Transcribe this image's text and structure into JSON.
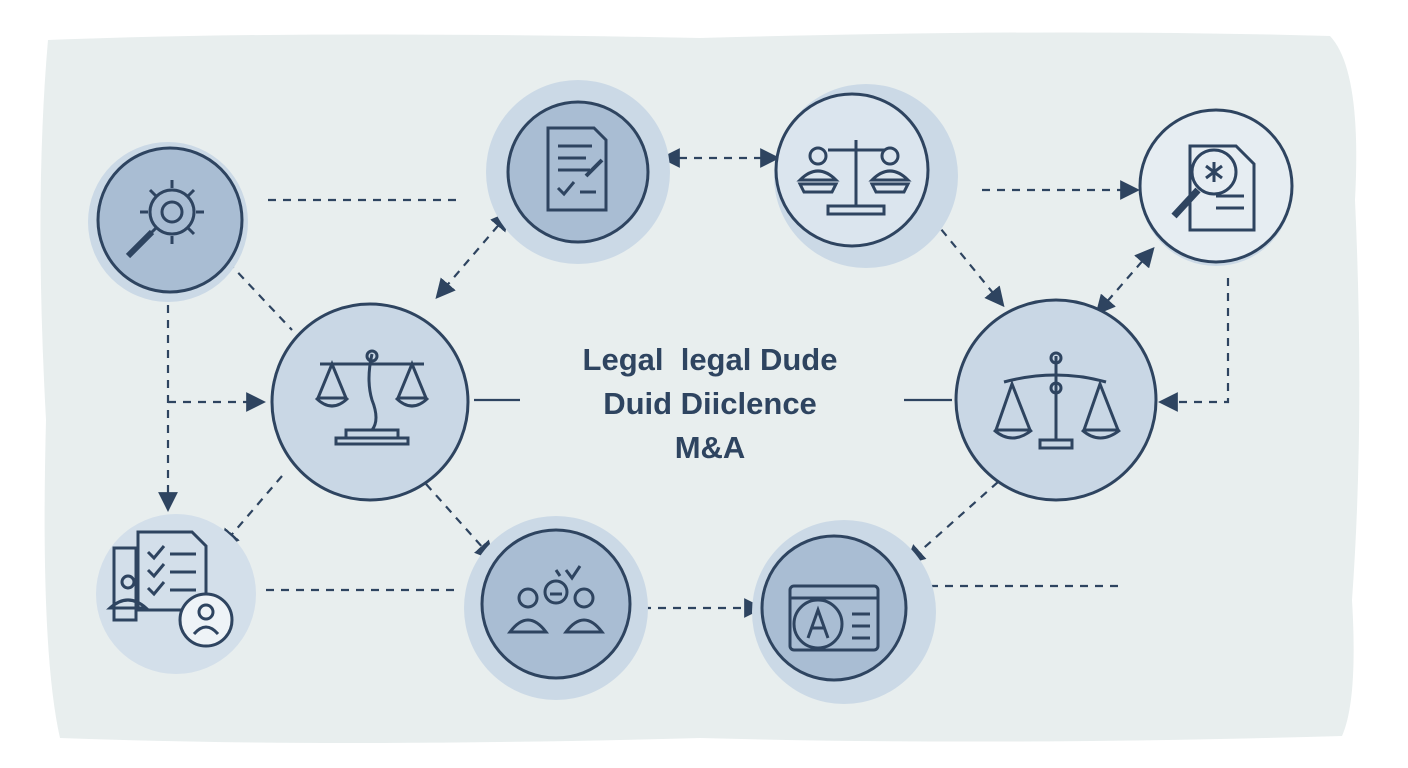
{
  "title": {
    "line1": "Legal  legal Dude",
    "line2": "Duid Diiclence",
    "line3": "M&A"
  },
  "colors": {
    "background_panel": "#e8eeee",
    "node_halo": "#cbd9e6",
    "node_fill": "#a9bdd3",
    "node_fill_light": "#dbe5ee",
    "stroke": "#2e4460"
  },
  "nodes": [
    {
      "id": "settings-search",
      "icon": "gear-search-icon"
    },
    {
      "id": "checklist-document",
      "icon": "checklist-document-icon"
    },
    {
      "id": "parties-scale",
      "icon": "parties-scale-icon"
    },
    {
      "id": "document-search",
      "icon": "document-search-icon"
    },
    {
      "id": "left-justice-scale",
      "icon": "justice-scale-icon"
    },
    {
      "id": "right-justice-scale",
      "icon": "justice-scale-icon"
    },
    {
      "id": "checklist-user",
      "icon": "checklist-user-icon"
    },
    {
      "id": "team-collaboration",
      "icon": "team-icon"
    },
    {
      "id": "document-a",
      "icon": "letter-a-document-icon"
    }
  ]
}
